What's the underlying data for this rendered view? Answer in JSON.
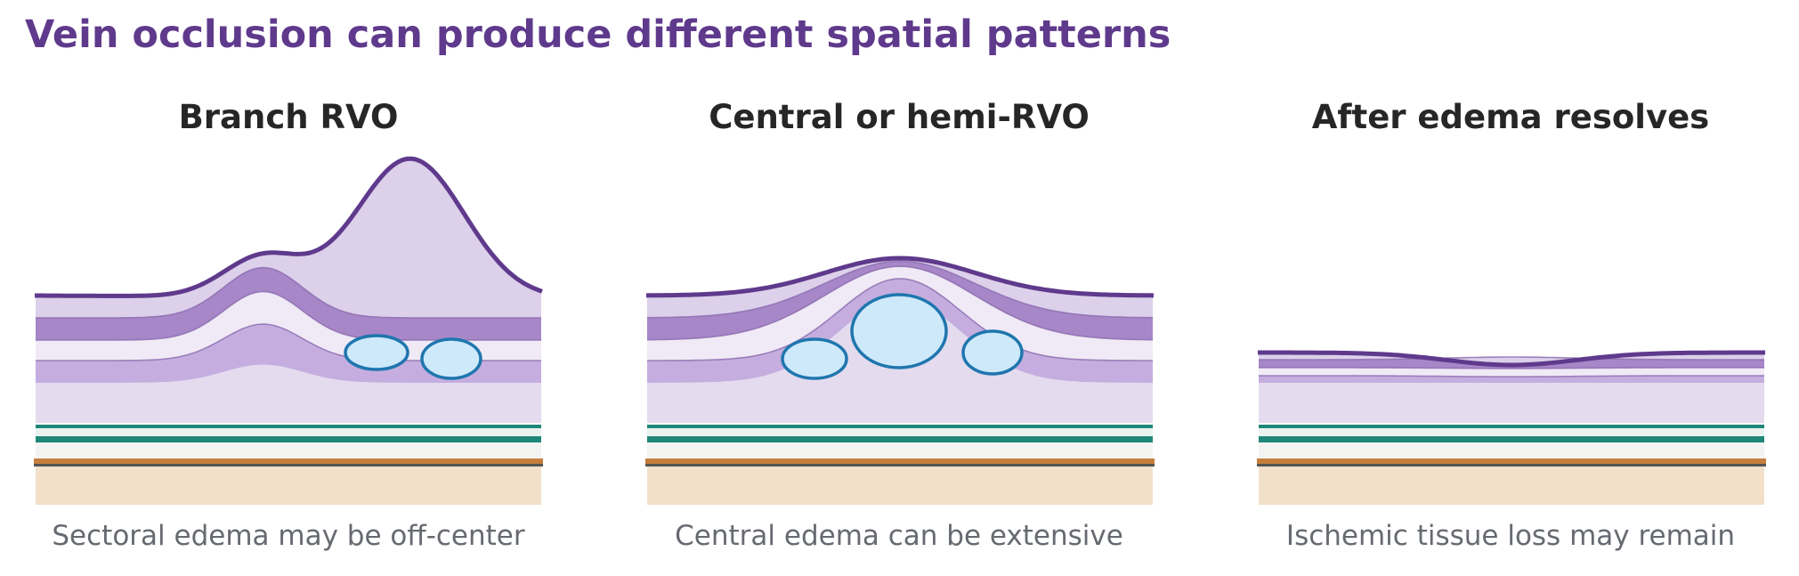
{
  "title": "Vein occlusion can produce different spatial patterns",
  "panels": [
    {
      "title": "Branch RVO",
      "caption": "Sectoral edema may be off-center"
    },
    {
      "title": "Central or hemi-RVO",
      "caption": "Central edema can be extensive"
    },
    {
      "title": "After edema resolves",
      "caption": "Ischemic tissue loss may remain"
    }
  ],
  "colors": {
    "title": "#5f3a8c",
    "ilm": "#5f3a8c",
    "nfl": "#dcd0ea",
    "plexiform": "#a787c8",
    "inner_nuclear": "#f0eaf6",
    "outer_plexiform": "#c5aedf",
    "outer_nuclear": "#e4dbef",
    "ellipsoid": "#1f8779",
    "rpe": "#c57e3e",
    "choroid": "#f2e0cb",
    "fluid_fill": "#cde9fa",
    "fluid_stroke": "#1f76ae"
  }
}
